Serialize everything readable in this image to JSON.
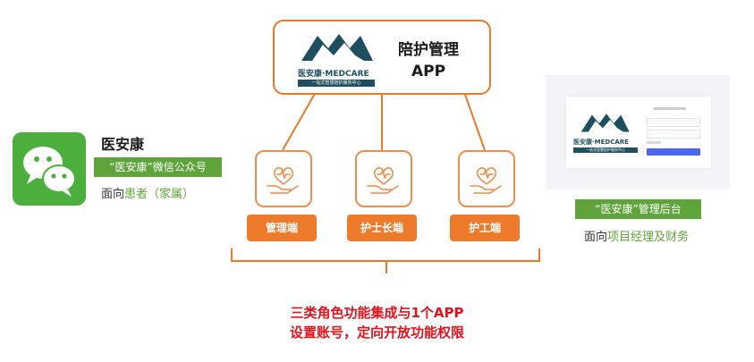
{
  "app": {
    "title_line1": "陪护管理",
    "title_line2": "APP",
    "logo_text": "医安康·MEDCARE",
    "logo_sub": "一站式智慧陪护服务中心"
  },
  "roles": [
    {
      "label": "管理端"
    },
    {
      "label": "护士长端"
    },
    {
      "label": "护工端"
    }
  ],
  "wechat": {
    "name": "医安康",
    "account": "“医安康”微信公众号",
    "audience_prefix": "面向",
    "audience_highlight": "患者（家属）"
  },
  "admin": {
    "logo_text": "医安康·MEDCARE",
    "logo_sub": "一站式智慧陪护服务中心",
    "label": "“医安康”管理后台",
    "audience_prefix": "面向",
    "audience_highlight": "项目经理及财务"
  },
  "summary": {
    "line1": "三类角色功能集成与1个APP",
    "line2": "设置账号，定向开放功能权限"
  },
  "colors": {
    "orange": "#e8782a",
    "green": "#5ea43a",
    "red": "#e3131b",
    "logo": "#1f4f5f"
  }
}
